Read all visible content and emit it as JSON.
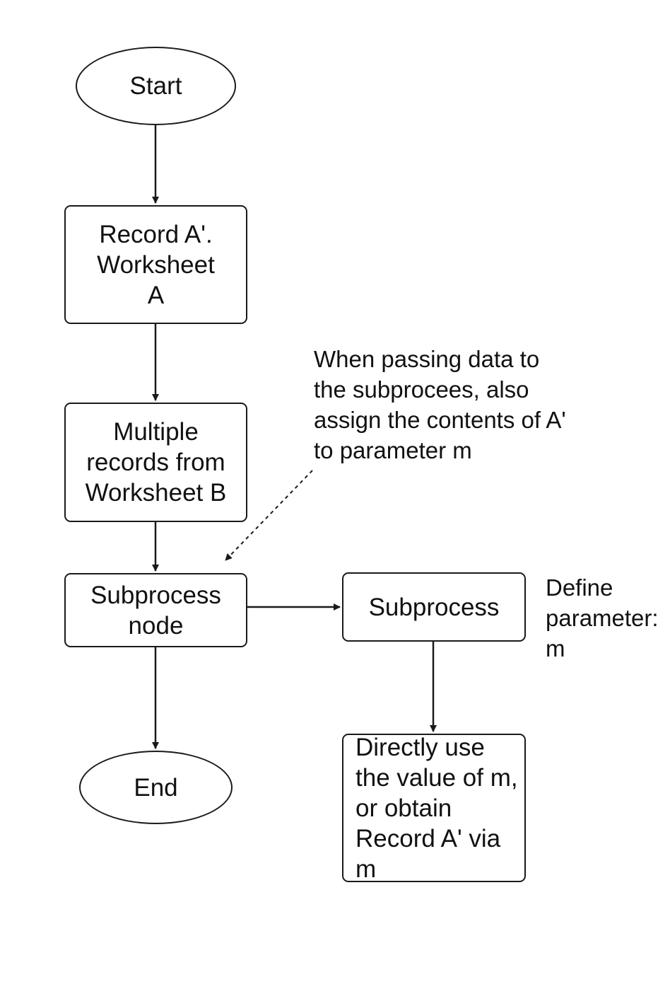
{
  "nodes": {
    "start": "Start",
    "record_a": "Record A'.\nWorksheet\nA",
    "multiple_records": "Multiple\nrecords from\nWorksheet B",
    "subprocess_node": "Subprocess\nnode",
    "end": "End",
    "subprocess": "Subprocess",
    "use_value": "Directly use\nthe value of m,\nor obtain\nRecord A' via m"
  },
  "annotations": {
    "passing_data_note": "When passing data to\nthe subprocees, also\nassign the contents of A'\nto parameter m",
    "define_parameter_note": "Define\nparameter:\nm"
  },
  "colors": {
    "stroke": "#1a1a1a",
    "background": "#ffffff"
  }
}
